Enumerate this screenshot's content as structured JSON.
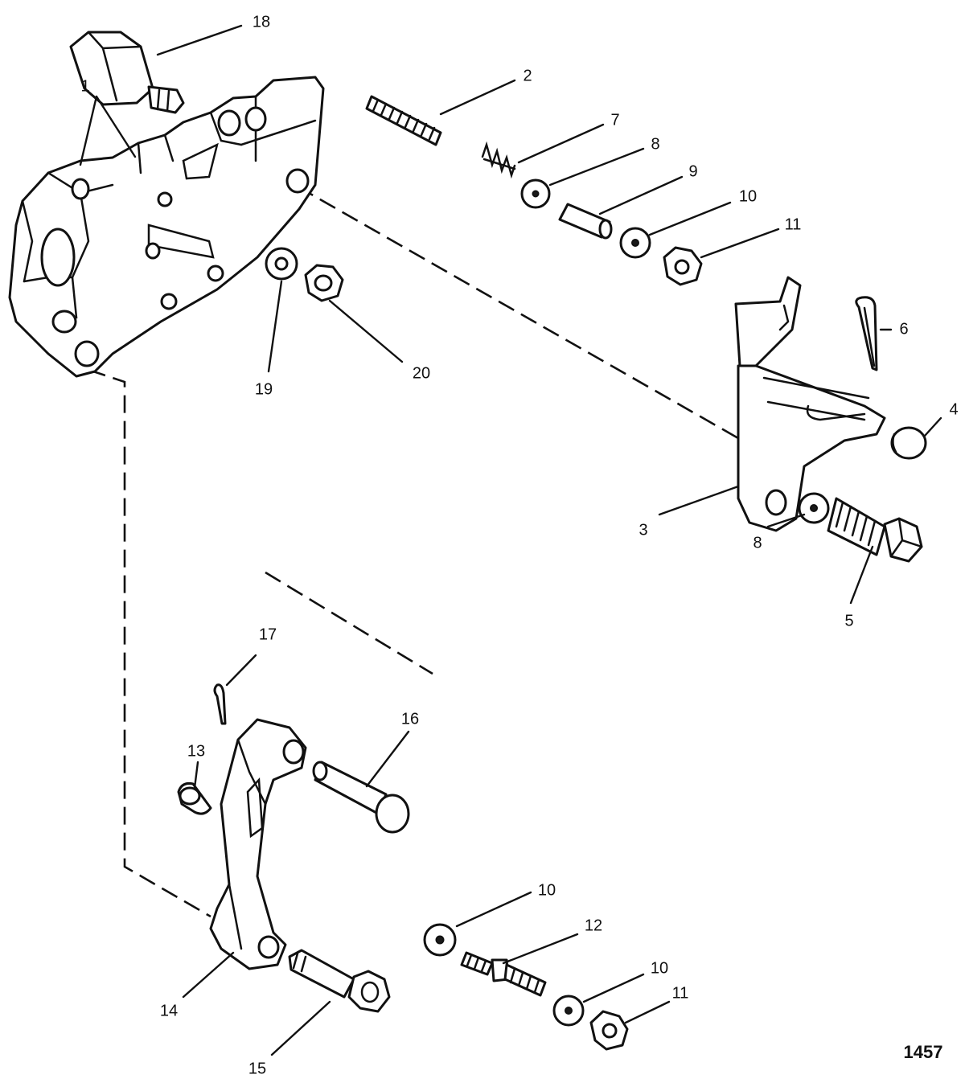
{
  "figure_number": "1457",
  "callouts": {
    "c1": "1",
    "c2": "2",
    "c3": "3",
    "c4": "4",
    "c5": "5",
    "c6": "6",
    "c7": "7",
    "c8a": "8",
    "c8b": "8",
    "c9": "9",
    "c10a": "10",
    "c10b": "10",
    "c10c": "10",
    "c11a": "11",
    "c11b": "11",
    "c12": "12",
    "c13": "13",
    "c14": "14",
    "c15": "15",
    "c16": "16",
    "c17": "17",
    "c18": "18",
    "c19": "19",
    "c20": "20"
  }
}
